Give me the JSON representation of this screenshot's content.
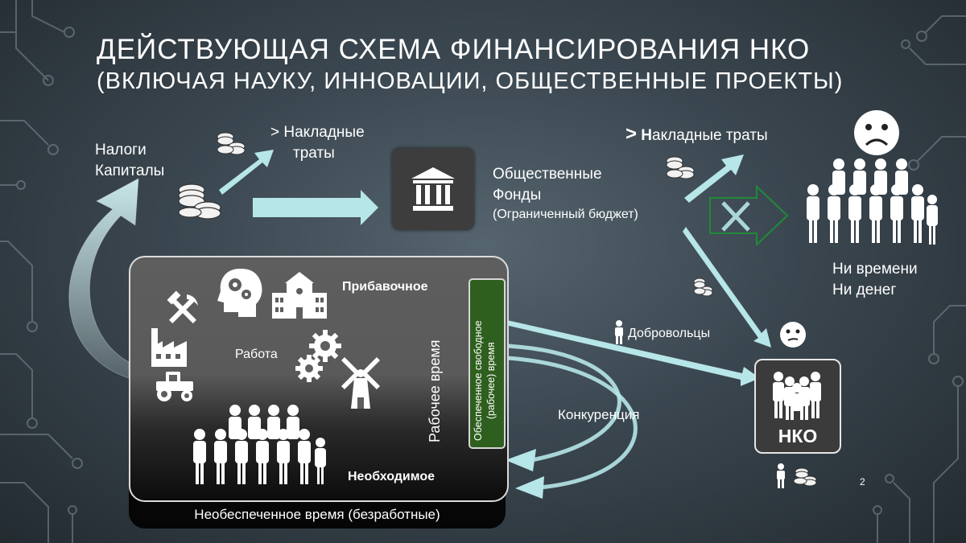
{
  "slide": {
    "title_line1": "ДЕЙСТВУЮЩАЯ СХЕМА ФИНАНСИРОВАНИЯ НКО",
    "title_line2": "(ВКЛЮЧАЯ НАУКУ, ИННОВАЦИИ, ОБЩЕСТВЕННЫЕ ПРОЕКТЫ)",
    "page_number": "2"
  },
  "sources": {
    "line1": "Налоги",
    "line2": "Капиталы"
  },
  "overhead_left": {
    "line1": "> Накладные",
    "line2": "траты"
  },
  "fund": {
    "line1": "Общественные",
    "line2": "Фонды",
    "line3": "(Ограниченный бюджет)"
  },
  "overhead_right": {
    "gt": ">",
    "first_letter": "Н",
    "rest": "акладные траты"
  },
  "public": {
    "line1": "Ни времени",
    "line2": "Ни денег"
  },
  "volunteers": "Добровольцы",
  "competition": "Конкуренция",
  "nko": "НКО",
  "work": {
    "surplus": "Прибавочное",
    "labor": "Работа",
    "working_time": "Рабочее время",
    "necessary": "Необходимое",
    "secured_time_line1": "Обеспеченное свободное",
    "secured_time_line2": "(рабочее) время",
    "unemployed": "Необеспеченное время (безработные)"
  },
  "colors": {
    "arrow": "#b6e6e8",
    "green_box": "#2e5f1e",
    "green_arrow": "#1f8a3a"
  }
}
